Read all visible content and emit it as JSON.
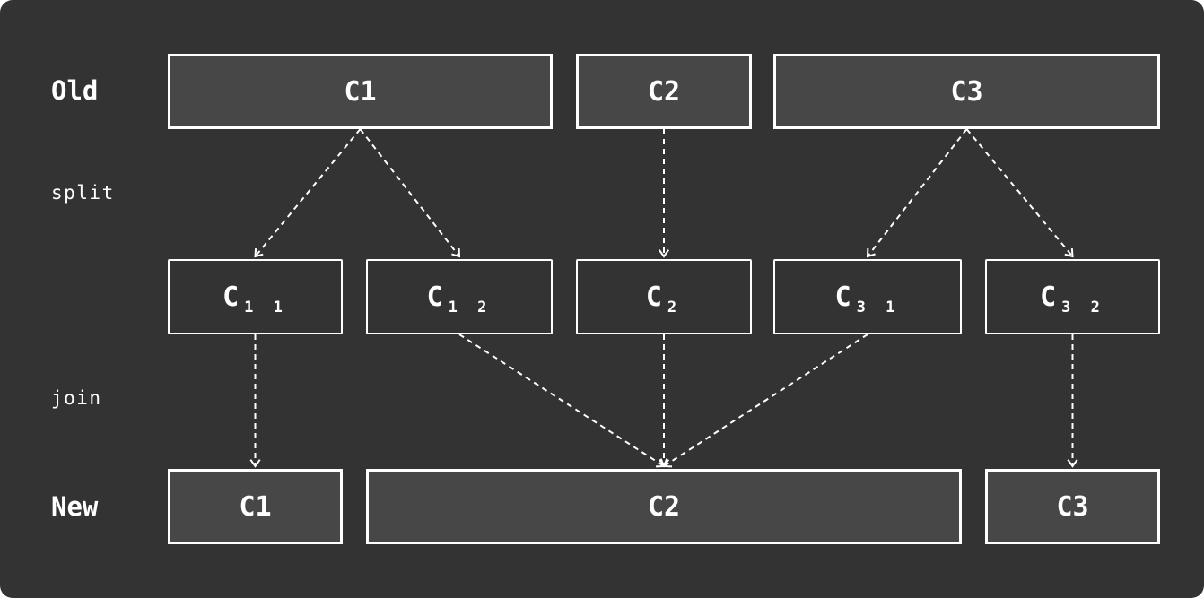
{
  "rows": {
    "old_label": "Old",
    "split_label": "split",
    "join_label": "join",
    "new_label": "New"
  },
  "old_boxes": [
    {
      "id": "old-c1",
      "label": "C1"
    },
    {
      "id": "old-c2",
      "label": "C2"
    },
    {
      "id": "old-c3",
      "label": "C3"
    }
  ],
  "mid_boxes": [
    {
      "id": "mid-c11",
      "base": "C",
      "sub": "1 1"
    },
    {
      "id": "mid-c12",
      "base": "C",
      "sub": "1 2"
    },
    {
      "id": "mid-c2",
      "base": "C",
      "sub": "2"
    },
    {
      "id": "mid-c31",
      "base": "C",
      "sub": "3 1"
    },
    {
      "id": "mid-c32",
      "base": "C",
      "sub": "3 2"
    }
  ],
  "new_boxes": [
    {
      "id": "new-c1",
      "label": "C1"
    },
    {
      "id": "new-c2",
      "label": "C2"
    },
    {
      "id": "new-c3",
      "label": "C3"
    }
  ],
  "split_edges": [
    [
      "old-c1",
      "mid-c11"
    ],
    [
      "old-c1",
      "mid-c12"
    ],
    [
      "old-c2",
      "mid-c2"
    ],
    [
      "old-c3",
      "mid-c31"
    ],
    [
      "old-c3",
      "mid-c32"
    ]
  ],
  "join_edges": [
    [
      "mid-c11",
      "new-c1"
    ],
    [
      "mid-c12",
      "new-c2"
    ],
    [
      "mid-c2",
      "new-c2"
    ],
    [
      "mid-c31",
      "new-c2"
    ],
    [
      "mid-c32",
      "new-c3"
    ]
  ],
  "colors": {
    "background": "#333333",
    "box_fill": "#474747",
    "stroke": "#ffffff"
  }
}
